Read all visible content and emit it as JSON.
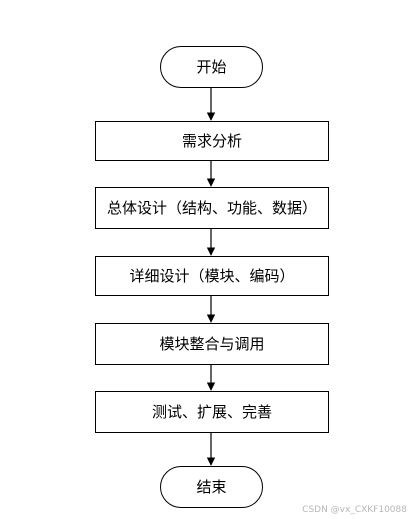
{
  "flowchart": {
    "start": "开始",
    "steps": [
      "需求分析",
      "总体设计（结构、功能、数据）",
      "详细设计（模块、编码）",
      "模块整合与调用",
      "测试、扩展、完善"
    ],
    "end": "结束"
  },
  "watermark": "CSDN @vx_CXKF10088"
}
